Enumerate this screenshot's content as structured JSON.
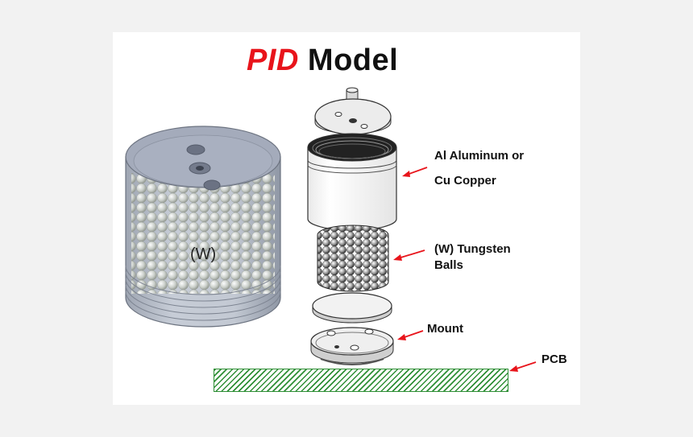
{
  "title": {
    "accent": "PID",
    "rest": " Model"
  },
  "left_cylinder": {
    "label": "(W)"
  },
  "annotations": {
    "aluminum_line1": "Al Aluminum or",
    "aluminum_line2": "Cu Copper",
    "tungsten_line1": "(W) Tungsten",
    "tungsten_line2": "Balls",
    "mount": "Mount",
    "pcb": "PCB"
  },
  "colors": {
    "accent": "#e8141b",
    "arrow": "#e8141b",
    "pcb_hatch": "#2f8f36"
  }
}
